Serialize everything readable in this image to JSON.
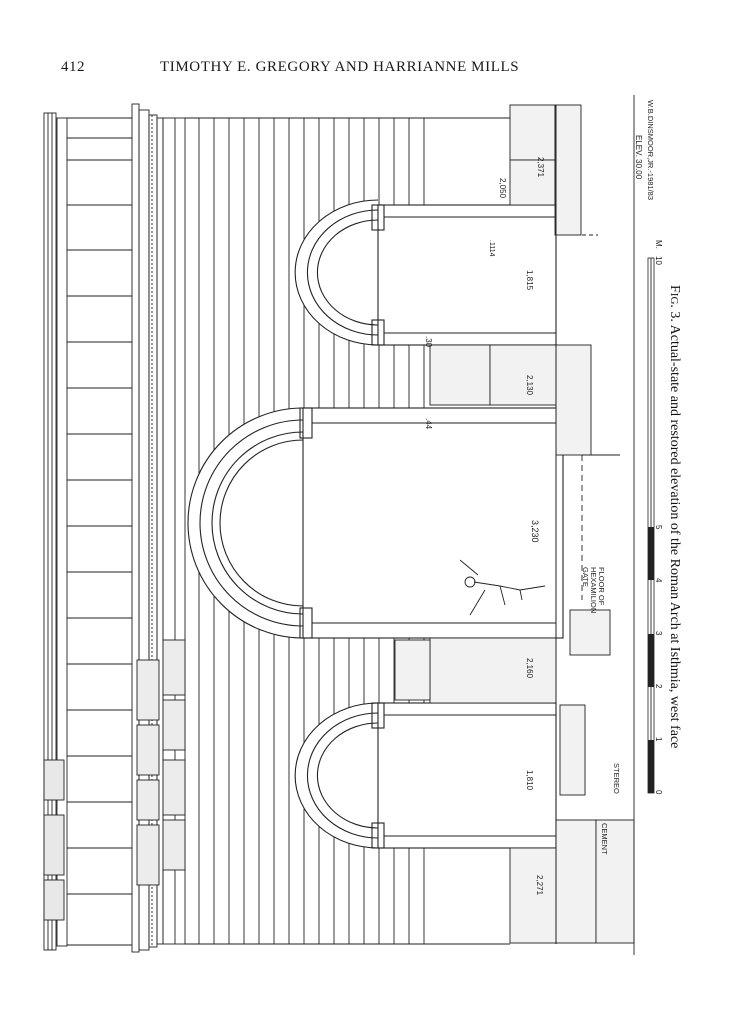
{
  "header": {
    "page_number": "412",
    "running_head": "TIMOTHY E. GREGORY AND HARRIANNE MILLS"
  },
  "figure": {
    "caption_prefix_big": "F",
    "caption_prefix_small": "IG",
    "caption_text": ". 3. Actual-state and restored elevation of the Roman Arch at Isthmia, west face",
    "elevation_label": "ELEV. 30.00",
    "draftsman": "W.B.DINSMOOR,JR.-1981/83",
    "scale": {
      "ticks": [
        "0",
        "1",
        "2",
        "3",
        "4",
        "5",
        "10"
      ],
      "unit": "M."
    },
    "dimensions": {
      "d_2050": "2,050",
      "d_2371": "2,371",
      "d_1114": ".1114",
      "d_1815": "1,815",
      "d_2130": "2,130",
      "d_30": ".30",
      "d_44": ".44",
      "d_3230": "3,230",
      "d_2160": "2,160",
      "d_1810": "1,810",
      "d_2271": "2,271"
    },
    "notes": {
      "floor_line1": "FLOOR OF",
      "floor_line2": "HEXAMILION",
      "floor_line3": "GATE",
      "stereo": "STEREO",
      "cement": "CEMENT"
    }
  }
}
